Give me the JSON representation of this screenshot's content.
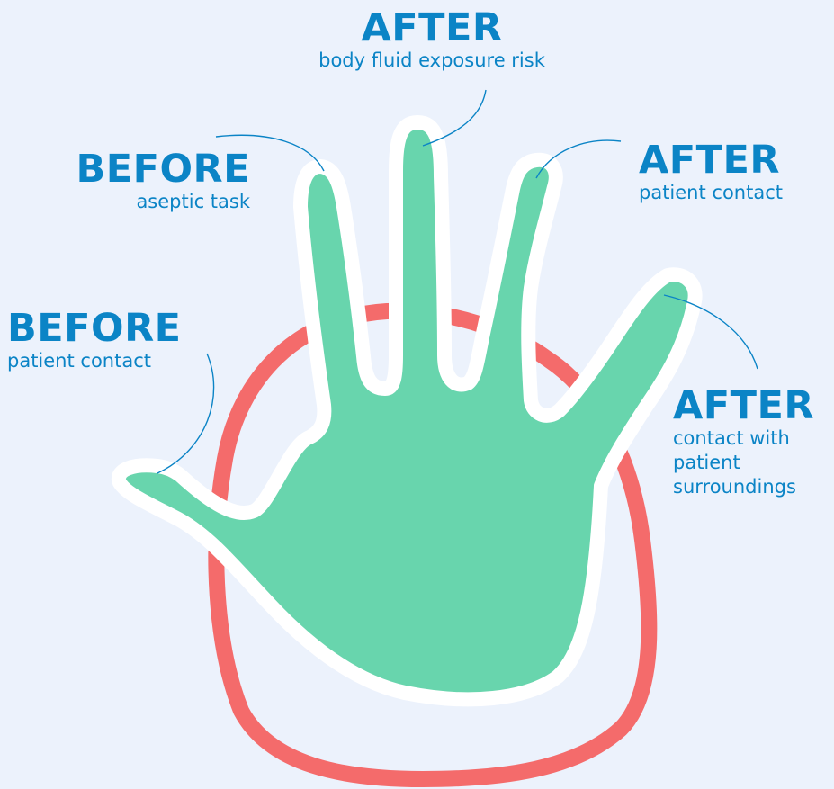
{
  "colors": {
    "background": "#ecf2fc",
    "hand": "#68d5ad",
    "hand_outline": "#ffffff",
    "ring": "#f46b6b",
    "text": "#0b84c6",
    "leader_line": "#0b84c6"
  },
  "moments": [
    {
      "id": "after-body-fluid",
      "timing": "AFTER",
      "description": "body fluid exposure risk"
    },
    {
      "id": "before-aseptic",
      "timing": "BEFORE",
      "description": "aseptic task"
    },
    {
      "id": "after-patient",
      "timing": "AFTER",
      "description": "patient contact"
    },
    {
      "id": "before-patient",
      "timing": "BEFORE",
      "description": "patient contact"
    },
    {
      "id": "after-surroundings",
      "timing": "AFTER",
      "description": "contact with\npatient\nsurroundings"
    }
  ],
  "illustration": {
    "hand": "open-hand-icon",
    "ring": "red-ring-shape"
  }
}
